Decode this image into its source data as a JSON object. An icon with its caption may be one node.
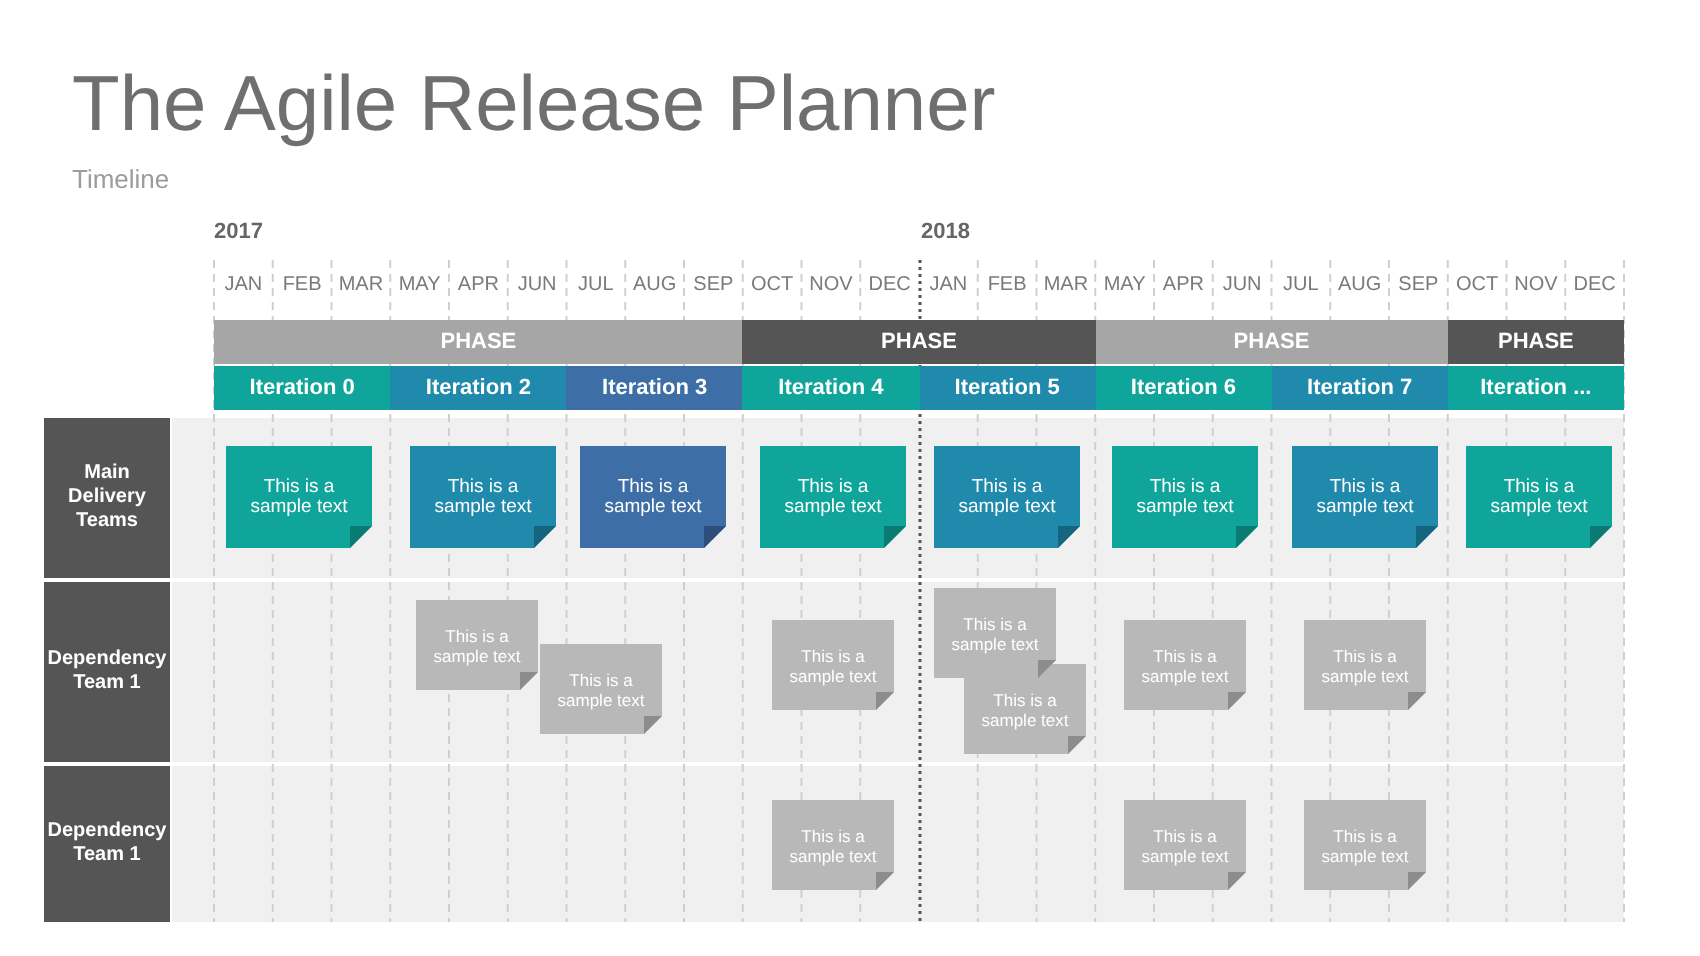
{
  "diagram": {
    "title": "The Agile Release Planner",
    "nodes": [
      {
        "text": [
          "PHASE"
        ]
      },
      {
        "text": [
          "PHASE"
        ]
      },
      {
        "text": [
          "PHASE"
        ]
      },
      {
        "text": [
          "PHASE"
        ]
      },
      {
        "text": [
          "Iteration 0"
        ]
      },
      {
        "text": [
          "Iteration 2"
        ]
      },
      {
        "text": [
          "Iteration 3"
        ]
      },
      {
        "text": [
          "Iteration 4"
        ]
      },
      {
        "text": [
          "Iteration 5"
        ]
      },
      {
        "text": [
          "Iteration 6"
        ]
      },
      {
        "text": [
          "Iteration 7"
        ]
      },
      {
        "text": [
          "Iteration ..."
        ]
      },
      {
        "text": [
          "Main Delivery Teams"
        ]
      },
      {
        "text": [
          "This is a sample text"
        ]
      },
      {
        "text": [
          "This is a sample text"
        ]
      },
      {
        "text": [
          "This is a sample text"
        ]
      },
      {
        "text": [
          "This is a sample text"
        ]
      },
      {
        "text": [
          "This is a sample text"
        ]
      },
      {
        "text": [
          "This is a sample text"
        ]
      },
      {
        "text": [
          "This is a sample text"
        ]
      },
      {
        "text": [
          "This is a sample text"
        ]
      },
      {
        "text": [
          "Dependency Team 1"
        ]
      },
      {
        "text": [
          "This is a sample text"
        ]
      },
      {
        "text": [
          "This is a sample text"
        ]
      },
      {
        "text": [
          "This is a sample text"
        ]
      },
      {
        "text": [
          "This is a sample text"
        ]
      },
      {
        "text": [
          "This is a sample text"
        ]
      },
      {
        "text": [
          "This is a sample text"
        ]
      },
      {
        "text": [
          "This is a sample text"
        ]
      },
      {
        "text": [
          "Dependency Team 1"
        ]
      },
      {
        "text": [
          "This is a sample text"
        ]
      },
      {
        "text": [
          "This is a sample text"
        ]
      },
      {
        "text": [
          "This is a sample text"
        ]
      }
    ],
    "labels": [
      "Timeline",
      "2017",
      "2018",
      "JAN",
      "FEB",
      "MAR",
      "MAY",
      "APR",
      "JUN",
      "JUL",
      "AUG",
      "SEP",
      "OCT",
      "NOV",
      "DEC",
      "JAN",
      "FEB",
      "MAR",
      "MAY",
      "APR",
      "JUN",
      "JUL",
      "AUG",
      "SEP",
      "OCT",
      "NOV",
      "DEC"
    ]
  }
}
